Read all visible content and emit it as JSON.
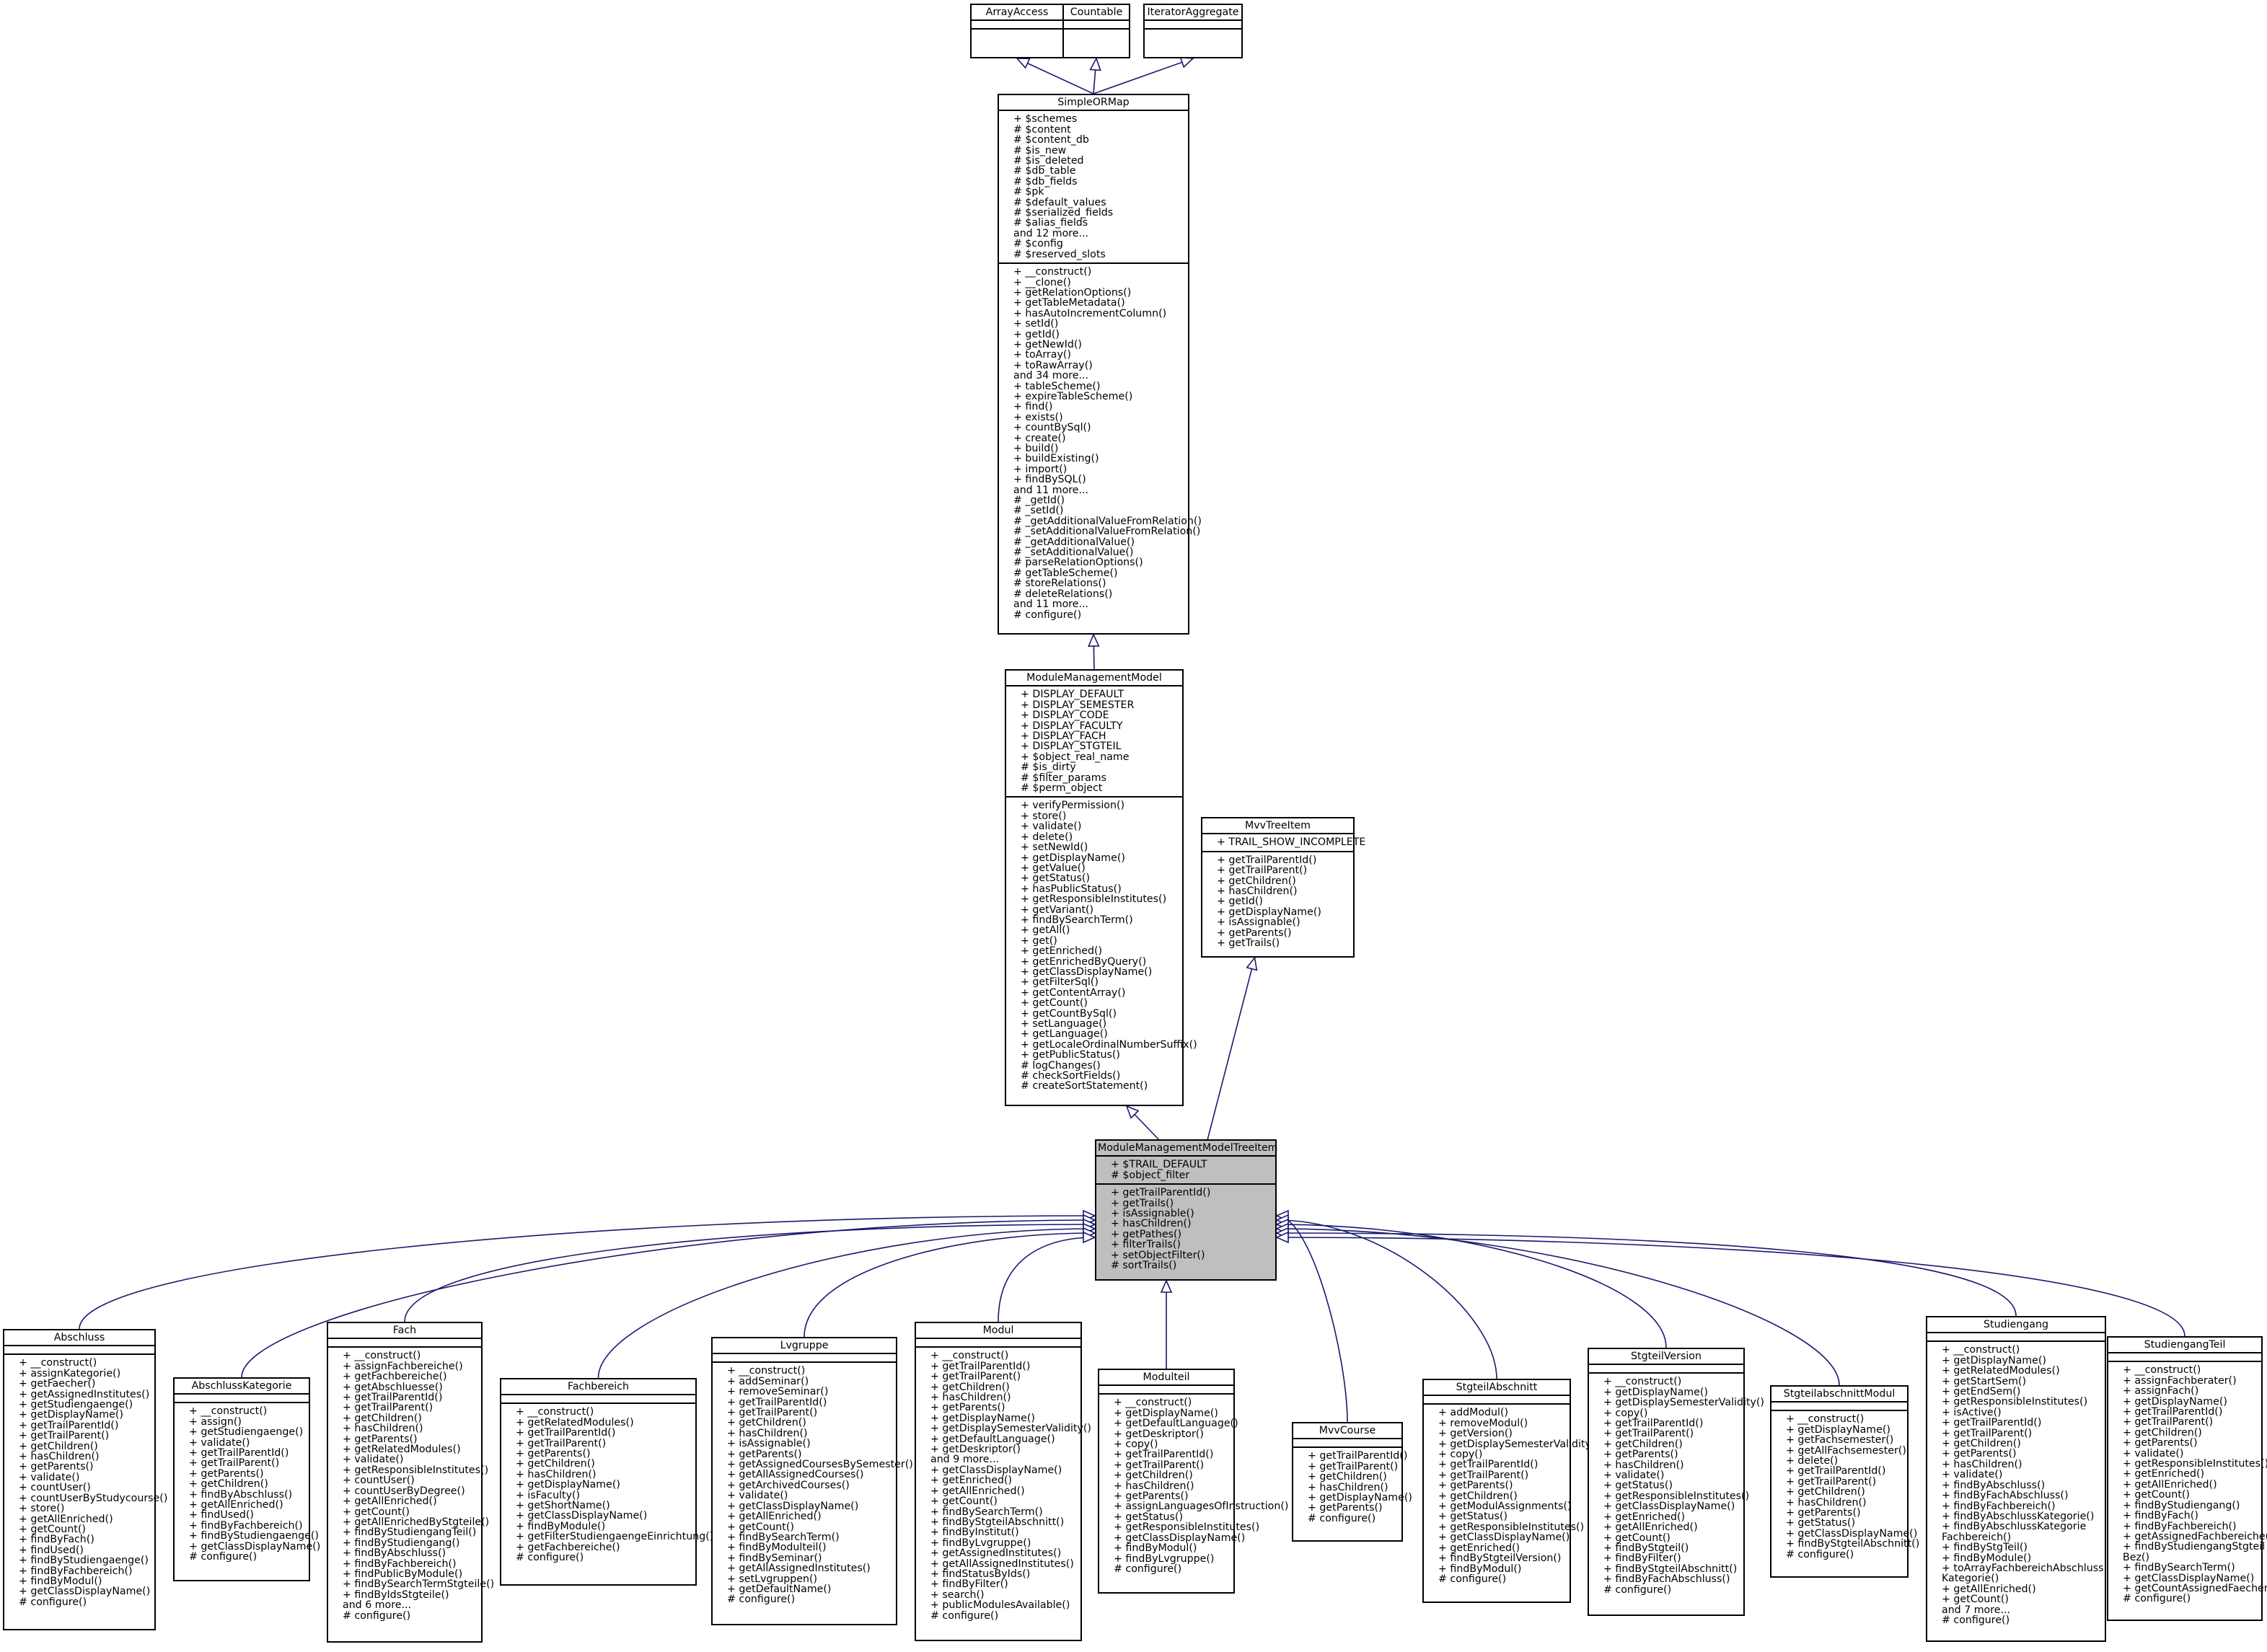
{
  "diagram_title": "",
  "edge_color": "#191970",
  "focus_fill": "#bfbfbf",
  "classes": [
    {
      "id": "ArrayAccess",
      "name": "ArrayAccess",
      "attrs": [],
      "methods": []
    },
    {
      "id": "Countable",
      "name": "Countable",
      "attrs": [],
      "methods": []
    },
    {
      "id": "IteratorAggregate",
      "name": "IteratorAggregate",
      "attrs": [],
      "methods": []
    },
    {
      "id": "SimpleORMap",
      "name": "SimpleORMap",
      "attrs": [
        "+ $schemes",
        "# $content",
        "# $content_db",
        "# $is_new",
        "# $is_deleted",
        "# $db_table",
        "# $db_fields",
        "# $pk",
        "# $default_values",
        "# $serialized_fields",
        "# $alias_fields",
        "and 12 more...",
        "# $config",
        "# $reserved_slots"
      ],
      "methods": [
        "+ __construct()",
        "+ __clone()",
        "+ getRelationOptions()",
        "+ getTableMetadata()",
        "+ hasAutoIncrementColumn()",
        "+ setId()",
        "+ getId()",
        "+ getNewId()",
        "+ toArray()",
        "+ toRawArray()",
        "and 34 more...",
        "+ tableScheme()",
        "+ expireTableScheme()",
        "+ find()",
        "+ exists()",
        "+ countBySql()",
        "+ create()",
        "+ build()",
        "+ buildExisting()",
        "+ import()",
        "+ findBySQL()",
        "and 11 more...",
        "# _getId()",
        "# _setId()",
        "# _getAdditionalValueFromRelation()",
        "# _setAdditionalValueFromRelation()",
        "# _getAdditionalValue()",
        "# _setAdditionalValue()",
        "# parseRelationOptions()",
        "# getTableScheme()",
        "# storeRelations()",
        "# deleteRelations()",
        "and 11 more...",
        "# configure()"
      ]
    },
    {
      "id": "ModuleManagementModel",
      "name": "ModuleManagementModel",
      "attrs": [
        "+ DISPLAY_DEFAULT",
        "+ DISPLAY_SEMESTER",
        "+ DISPLAY_CODE",
        "+ DISPLAY_FACULTY",
        "+ DISPLAY_FACH",
        "+ DISPLAY_STGTEIL",
        "+ $object_real_name",
        "# $is_dirty",
        "# $filter_params",
        "# $perm_object"
      ],
      "methods": [
        "+ verifyPermission()",
        "+ store()",
        "+ validate()",
        "+ delete()",
        "+ setNewId()",
        "+ getDisplayName()",
        "+ getValue()",
        "+ getStatus()",
        "+ hasPublicStatus()",
        "+ getResponsibleInstitutes()",
        "+ getVariant()",
        "+ findBySearchTerm()",
        "+ getAll()",
        "+ get()",
        "+ getEnriched()",
        "+ getEnrichedByQuery()",
        "+ getClassDisplayName()",
        "+ getFilterSql()",
        "+ getContentArray()",
        "+ getCount()",
        "+ getCountBySql()",
        "+ setLanguage()",
        "+ getLanguage()",
        "+ getLocaleOrdinalNumberSuffix()",
        "+ getPublicStatus()",
        "# logChanges()",
        "# checkSortFields()",
        "# createSortStatement()"
      ]
    },
    {
      "id": "MvvTreeItem",
      "name": "MvvTreeItem",
      "attrs": [
        "+ TRAIL_SHOW_INCOMPLETE"
      ],
      "methods": [
        "+ getTrailParentId()",
        "+ getTrailParent()",
        "+ getChildren()",
        "+ hasChildren()",
        "+ getId()",
        "+ getDisplayName()",
        "+ isAssignable()",
        "+ getParents()",
        "+ getTrails()"
      ]
    },
    {
      "id": "ModuleManagementModelTreeItem",
      "name": "ModuleManagementModelTreeItem",
      "focus": true,
      "attrs": [
        "+ $TRAIL_DEFAULT",
        "# $object_filter"
      ],
      "methods": [
        "+ getTrailParentId()",
        "+ getTrails()",
        "+ isAssignable()",
        "+ hasChildren()",
        "+ getPathes()",
        "+ filterTrails()",
        "+ setObjectFilter()",
        "# sortTrails()"
      ]
    },
    {
      "id": "Abschluss",
      "name": "Abschluss",
      "attrs": [],
      "methods": [
        "+ __construct()",
        "+ assignKategorie()",
        "+ getFaecher()",
        "+ getAssignedInstitutes()",
        "+ getStudiengaenge()",
        "+ getDisplayName()",
        "+ getTrailParentId()",
        "+ getTrailParent()",
        "+ getChildren()",
        "+ hasChildren()",
        "+ getParents()",
        "+ validate()",
        "+ countUser()",
        "+ countUserByStudycourse()",
        "+ store()",
        "+ getAllEnriched()",
        "+ getCount()",
        "+ findByFach()",
        "+ findUsed()",
        "+ findByStudiengaenge()",
        "+ findByFachbereich()",
        "+ findByModul()",
        "+ getClassDisplayName()",
        "# configure()"
      ]
    },
    {
      "id": "AbschlussKategorie",
      "name": "AbschlussKategorie",
      "attrs": [],
      "methods": [
        "+ __construct()",
        "+ assign()",
        "+ getStudiengaenge()",
        "+ validate()",
        "+ getTrailParentId()",
        "+ getTrailParent()",
        "+ getParents()",
        "+ getChildren()",
        "+ findByAbschluss()",
        "+ getAllEnriched()",
        "+ findUsed()",
        "+ findByFachbereich()",
        "+ findByStudiengaenge()",
        "+ getClassDisplayName()",
        "# configure()"
      ]
    },
    {
      "id": "Fach",
      "name": "Fach",
      "attrs": [],
      "methods": [
        "+ __construct()",
        "+ assignFachbereiche()",
        "+ getFachbereiche()",
        "+ getAbschluesse()",
        "+ getTrailParentId()",
        "+ getTrailParent()",
        "+ getChildren()",
        "+ hasChildren()",
        "+ getParents()",
        "+ getRelatedModules()",
        "+ validate()",
        "+ getResponsibleInstitutes()",
        "+ countUser()",
        "+ countUserByDegree()",
        "+ getAllEnriched()",
        "+ getCount()",
        "+ getAllEnrichedByStgteile()",
        "+ findByStudiengangTeil()",
        "+ findByStudiengang()",
        "+ findByAbschluss()",
        "+ findByFachbereich()",
        "+ findPublicByModule()",
        "+ findBySearchTermStgteile()",
        "+ findByIdsStgteile()",
        "and 6 more...",
        "# configure()"
      ]
    },
    {
      "id": "Fachbereich",
      "name": "Fachbereich",
      "attrs": [],
      "methods": [
        "+ __construct()",
        "+ getRelatedModules()",
        "+ getTrailParentId()",
        "+ getTrailParent()",
        "+ getParents()",
        "+ getChildren()",
        "+ hasChildren()",
        "+ getDisplayName()",
        "+ isFaculty()",
        "+ getShortName()",
        "+ getClassDisplayName()",
        "+ findByModule()",
        "+ getFilterStudiengaengeEinrichtung()",
        "+ getFachbereiche()",
        "# configure()"
      ]
    },
    {
      "id": "Lvgruppe",
      "name": "Lvgruppe",
      "attrs": [],
      "methods": [
        "+ __construct()",
        "+ addSeminar()",
        "+ removeSeminar()",
        "+ getTrailParentId()",
        "+ getTrailParent()",
        "+ getChildren()",
        "+ hasChildren()",
        "+ isAssignable()",
        "+ getParents()",
        "+ getAssignedCoursesBySemester()",
        "+ getAllAssignedCourses()",
        "+ getArchivedCourses()",
        "+ validate()",
        "+ getClassDisplayName()",
        "+ getAllEnriched()",
        "+ getCount()",
        "+ findBySearchTerm()",
        "+ findByModulteil()",
        "+ findBySeminar()",
        "+ getAllAssignedInstitutes()",
        "+ setLvgruppen()",
        "+ getDefaultName()",
        "# configure()"
      ]
    },
    {
      "id": "Modul",
      "name": "Modul",
      "attrs": [],
      "methods": [
        "+ __construct()",
        "+ getTrailParentId()",
        "+ getTrailParent()",
        "+ getChildren()",
        "+ hasChildren()",
        "+ getParents()",
        "+ getDisplayName()",
        "+ getDisplaySemesterValidity()",
        "+ getDefaultLanguage()",
        "+ getDeskriptor()",
        "and 9 more...",
        "+ getClassDisplayName()",
        "+ getEnriched()",
        "+ getAllEnriched()",
        "+ getCount()",
        "+ findBySearchTerm()",
        "+ findByStgteilAbschnitt()",
        "+ findByInstitut()",
        "+ findByLvgruppe()",
        "+ getAssignedInstitutes()",
        "+ getAllAssignedInstitutes()",
        "+ findStatusByIds()",
        "+ findByFilter()",
        "+ search()",
        "+ publicModulesAvailable()",
        "# configure()"
      ]
    },
    {
      "id": "Modulteil",
      "name": "Modulteil",
      "attrs": [],
      "methods": [
        "+ __construct()",
        "+ getDisplayName()",
        "+ getDefaultLanguage()",
        "+ getDeskriptor()",
        "+ copy()",
        "+ getTrailParentId()",
        "+ getTrailParent()",
        "+ getChildren()",
        "+ hasChildren()",
        "+ getParents()",
        "+ assignLanguagesOfInstruction()",
        "+ getStatus()",
        "+ getResponsibleInstitutes()",
        "+ getClassDisplayName()",
        "+ findByModul()",
        "+ findByLvgruppe()",
        "# configure()"
      ]
    },
    {
      "id": "MvvCourse",
      "name": "MvvCourse",
      "attrs": [],
      "methods": [
        "+ getTrailParentId()",
        "+ getTrailParent()",
        "+ getChildren()",
        "+ hasChildren()",
        "+ getDisplayName()",
        "+ getParents()",
        "# configure()"
      ]
    },
    {
      "id": "StgteilAbschnitt",
      "name": "StgteilAbschnitt",
      "attrs": [],
      "methods": [
        "+ addModul()",
        "+ removeModul()",
        "+ getVersion()",
        "+ getDisplaySemesterValidity()",
        "+ copy()",
        "+ getTrailParentId()",
        "+ getTrailParent()",
        "+ getParents()",
        "+ getChildren()",
        "+ getModulAssignments()",
        "+ getStatus()",
        "+ getResponsibleInstitutes()",
        "+ getClassDisplayName()",
        "+ getEnriched()",
        "+ findByStgteilVersion()",
        "+ findByModul()",
        "# configure()"
      ]
    },
    {
      "id": "StgteilVersion",
      "name": "StgteilVersion",
      "attrs": [],
      "methods": [
        "+ __construct()",
        "+ getDisplayName()",
        "+ getDisplaySemesterValidity()",
        "+ copy()",
        "+ getTrailParentId()",
        "+ getTrailParent()",
        "+ getChildren()",
        "+ getParents()",
        "+ hasChildren()",
        "+ validate()",
        "+ getStatus()",
        "+ getResponsibleInstitutes()",
        "+ getClassDisplayName()",
        "+ getEnriched()",
        "+ getAllEnriched()",
        "+ getCount()",
        "+ findByStgteil()",
        "+ findByFilter()",
        "+ findByStgteilAbschnitt()",
        "+ findByFachAbschluss()",
        "# configure()"
      ]
    },
    {
      "id": "StgteilabschnittModul",
      "name": "StgteilabschnittModul",
      "attrs": [],
      "methods": [
        "+ __construct()",
        "+ getDisplayName()",
        "+ getFachsemester()",
        "+ getAllFachsemester()",
        "+ delete()",
        "+ getTrailParentId()",
        "+ getTrailParent()",
        "+ getChildren()",
        "+ hasChildren()",
        "+ getParents()",
        "+ getStatus()",
        "+ getClassDisplayName()",
        "+ findByStgteilAbschnitt()",
        "# configure()"
      ]
    },
    {
      "id": "Studiengang",
      "name": "Studiengang",
      "attrs": [],
      "methods": [
        "+ __construct()",
        "+ getDisplayName()",
        "+ getRelatedModules()",
        "+ getStartSem()",
        "+ getEndSem()",
        "+ getResponsibleInstitutes()",
        "+ isActive()",
        "+ getTrailParentId()",
        "+ getTrailParent()",
        "+ getChildren()",
        "+ getParents()",
        "+ hasChildren()",
        "+ validate()",
        "+ findByAbschluss()",
        "+ findByFachAbschluss()",
        "+ findByFachbereich()",
        "+ findByAbschlussKategorie()",
        "+ findByAbschlussKategorie",
        "Fachbereich()",
        "+ findByStgTeil()",
        "+ findByModule()",
        "+ toArrayFachbereichAbschluss",
        "Kategorie()",
        "+ getAllEnriched()",
        "+ getCount()",
        "and 7 more...",
        "# configure()"
      ]
    },
    {
      "id": "StudiengangTeil",
      "name": "StudiengangTeil",
      "attrs": [],
      "methods": [
        "+ __construct()",
        "+ assignFachberater()",
        "+ assignFach()",
        "+ getDisplayName()",
        "+ getTrailParentId()",
        "+ getTrailParent()",
        "+ getChildren()",
        "+ getParents()",
        "+ validate()",
        "+ getResponsibleInstitutes()",
        "+ getEnriched()",
        "+ getAllEnriched()",
        "+ getCount()",
        "+ findByStudiengang()",
        "+ findByFach()",
        "+ findByFachbereich()",
        "+ getAssignedFachbereiche()",
        "+ findByStudiengangStgteil",
        "Bez()",
        "+ findBySearchTerm()",
        "+ getClassDisplayName()",
        "+ getCountAssignedFaecher()",
        "# configure()"
      ]
    }
  ],
  "inheritance": [
    {
      "from": "SimpleORMap",
      "to": "ArrayAccess"
    },
    {
      "from": "SimpleORMap",
      "to": "Countable"
    },
    {
      "from": "SimpleORMap",
      "to": "IteratorAggregate"
    },
    {
      "from": "ModuleManagementModel",
      "to": "SimpleORMap"
    },
    {
      "from": "ModuleManagementModelTreeItem",
      "to": "ModuleManagementModel"
    },
    {
      "from": "ModuleManagementModelTreeItem",
      "to": "MvvTreeItem"
    },
    {
      "from": "Abschluss",
      "to": "ModuleManagementModelTreeItem"
    },
    {
      "from": "AbschlussKategorie",
      "to": "ModuleManagementModelTreeItem"
    },
    {
      "from": "Fach",
      "to": "ModuleManagementModelTreeItem"
    },
    {
      "from": "Fachbereich",
      "to": "ModuleManagementModelTreeItem"
    },
    {
      "from": "Lvgruppe",
      "to": "ModuleManagementModelTreeItem"
    },
    {
      "from": "Modul",
      "to": "ModuleManagementModelTreeItem"
    },
    {
      "from": "Modulteil",
      "to": "ModuleManagementModelTreeItem"
    },
    {
      "from": "MvvCourse",
      "to": "ModuleManagementModelTreeItem"
    },
    {
      "from": "StgteilAbschnitt",
      "to": "ModuleManagementModelTreeItem"
    },
    {
      "from": "StgteilVersion",
      "to": "ModuleManagementModelTreeItem"
    },
    {
      "from": "StgteilabschnittModul",
      "to": "ModuleManagementModelTreeItem"
    },
    {
      "from": "Studiengang",
      "to": "ModuleManagementModelTreeItem"
    },
    {
      "from": "StudiengangTeil",
      "to": "ModuleManagementModelTreeItem"
    }
  ]
}
